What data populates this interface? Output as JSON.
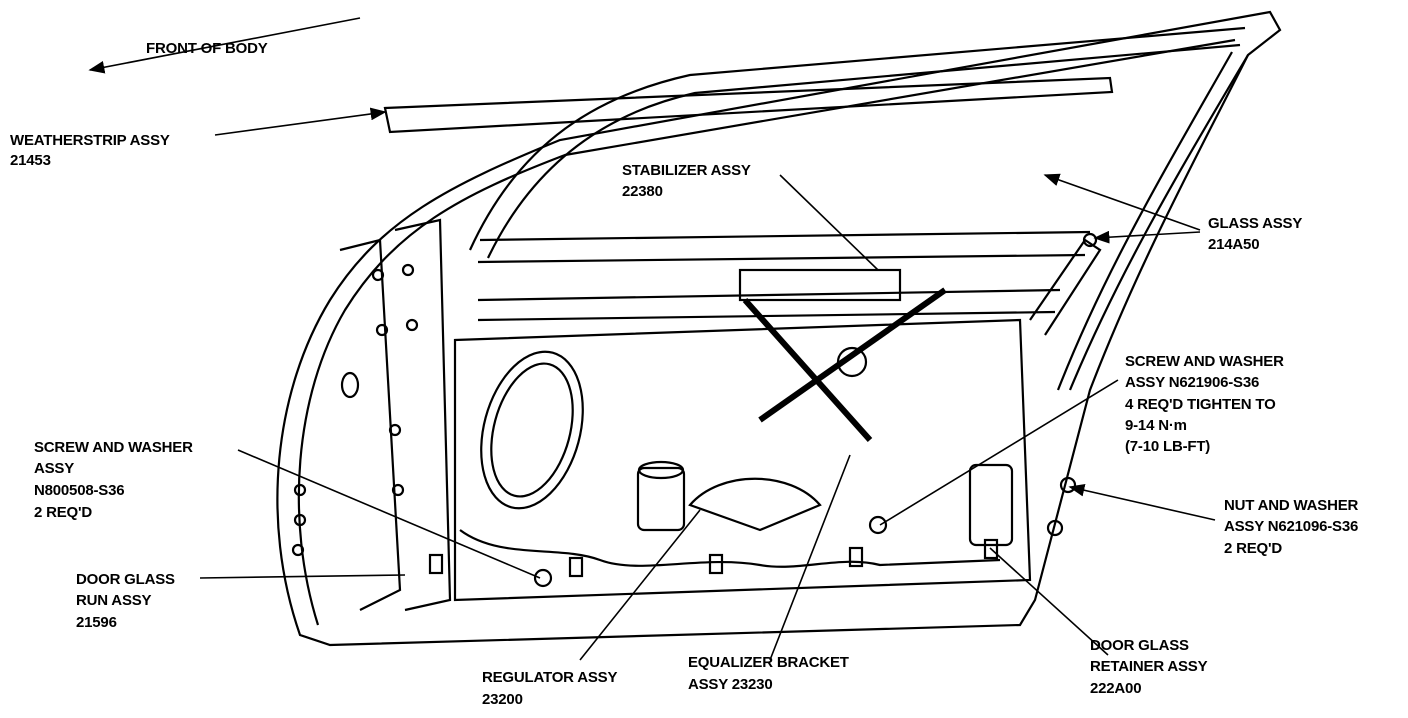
{
  "labels": {
    "front": "FRONT OF BODY",
    "weatherstrip": [
      "WEATHERSTRIP ASSY",
      "21453"
    ],
    "stabilizer": [
      "STABILIZER ASSY",
      "22380"
    ],
    "glass": [
      "GLASS ASSY",
      "214A50"
    ],
    "screw_right": [
      "SCREW AND WASHER",
      "ASSY N621906-S36",
      "4 REQ'D TIGHTEN TO",
      "9-14 N·m",
      "(7-10 LB-FT)"
    ],
    "screw_left": [
      "SCREW AND WASHER",
      "ASSY",
      "N800508-S36",
      "2 REQ'D"
    ],
    "nut": [
      "NUT AND WASHER",
      "ASSY N621096-S36",
      "2 REQ'D"
    ],
    "run": [
      "DOOR GLASS",
      "RUN ASSY",
      "21596"
    ],
    "regulator": [
      "REGULATOR ASSY",
      "23200"
    ],
    "equalizer": [
      "EQUALIZER BRACKET",
      "ASSY 23230"
    ],
    "retainer": [
      "DOOR GLASS",
      "RETAINER ASSY",
      "222A00"
    ]
  }
}
